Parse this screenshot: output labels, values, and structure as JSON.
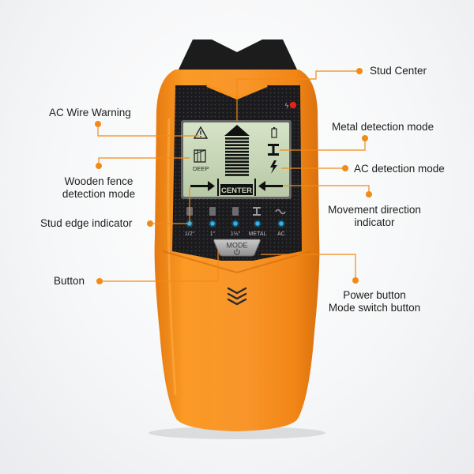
{
  "device": {
    "lcd": {
      "center_label": "CENTER",
      "deep_label": "DEEP"
    },
    "mode_button_label": "MODE",
    "scale_labels": [
      "1/2\"",
      "1\"",
      "1½\"",
      "METAL",
      "AC"
    ],
    "colors": {
      "body": "#f7931e",
      "panel": "#1b1b1e",
      "lcd": "#c9d8b9",
      "led": "#2ab6f2",
      "power_led": "#e8201a",
      "callout": "#f28a16"
    }
  },
  "callouts": {
    "stud_center": "Stud Center",
    "ac_wire_warning": "AC Wire Warning",
    "metal_detection_mode": "Metal detection mode",
    "wooden_fence_line1": "Wooden fence",
    "wooden_fence_line2": "detection mode",
    "ac_detection_mode": "AC detection mode",
    "stud_edge_indicator": "Stud edge indicator",
    "movement_direction_line1": "Movement direction",
    "movement_direction_line2": "indicator",
    "button": "Button",
    "power_button_line1": "Power button",
    "power_button_line2": "Mode switch button"
  }
}
